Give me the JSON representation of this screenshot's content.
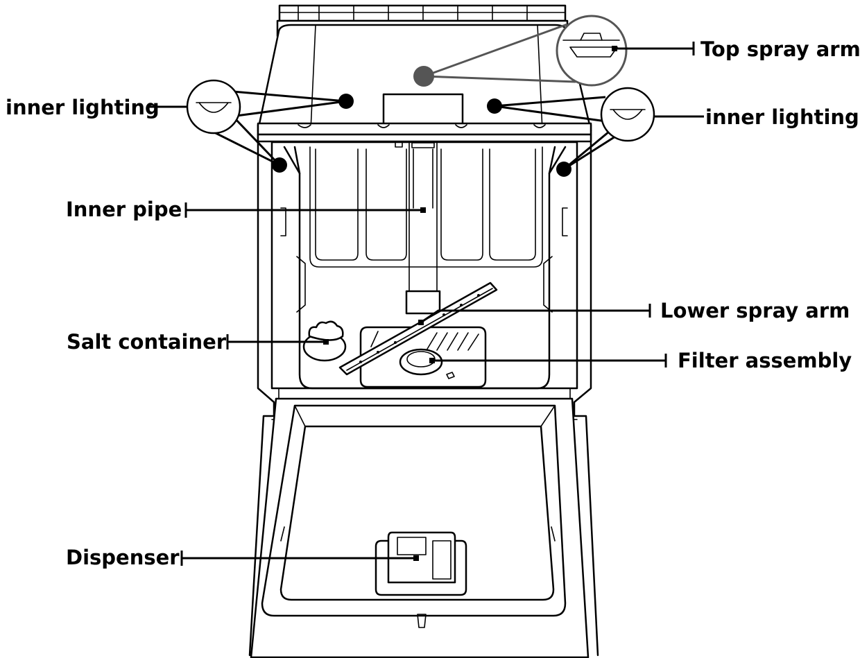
{
  "labels": {
    "top_spray_arm": "Top spray arm",
    "inner_lighting_left": "inner lighting",
    "inner_lighting_right": "inner lighting",
    "inner_pipe": "Inner pipe",
    "lower_spray_arm": "Lower spray arm",
    "salt_container": "Salt container",
    "filter_assembly": "Filter assembly",
    "dispenser": "Dispenser"
  },
  "colors": {
    "line": "#000000",
    "callout_gray": "#555555",
    "background": "#ffffff"
  }
}
